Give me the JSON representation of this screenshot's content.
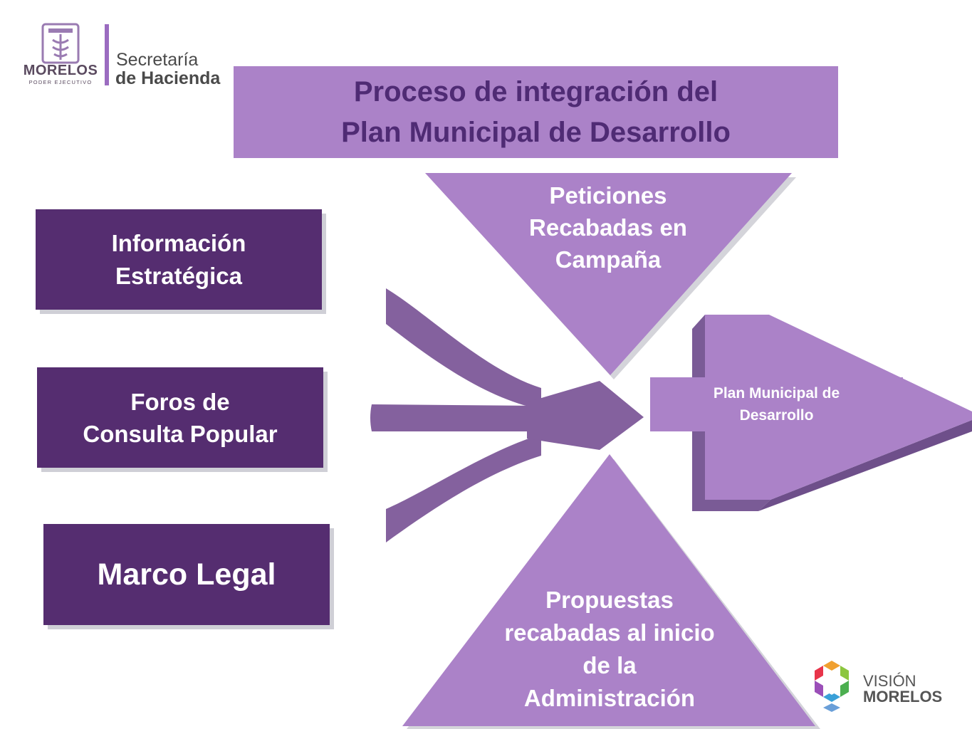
{
  "header": {
    "morelos_word": "MORELOS",
    "morelos_sub": "PODER EJECUTIVO",
    "secretaria_line1": "Secretaría",
    "secretaria_line2": "de Hacienda"
  },
  "title": {
    "line1": "Proceso de integración del",
    "line2": "Plan Municipal de Desarrollo"
  },
  "inputs": {
    "info_line1": "Información",
    "info_line2": "Estratégica",
    "foros_line1": "Foros de",
    "foros_line2": "Consulta Popular",
    "marco": "Marco Legal"
  },
  "triangles": {
    "top_line1": "Peticiones",
    "top_line2": "Recabadas en",
    "top_line3": "Campaña",
    "bottom_line1": "Propuestas",
    "bottom_line2": "recabadas al inicio",
    "bottom_line3": "de la",
    "bottom_line4": "Administración"
  },
  "result": {
    "line1": "Plan Municipal de",
    "line2": "Desarrollo"
  },
  "footer": {
    "vision": "VISIÓN",
    "morelos": "MORELOS"
  },
  "colors": {
    "light_purple": "#ab82c8",
    "dark_purple": "#552d70",
    "arrow_purple": "#84619e",
    "shadow_gray": "#cfcfd6"
  },
  "icons": [
    "morelos-crest-icon",
    "vision-morelos-hexagon-icon",
    "converging-arrows-icon"
  ]
}
